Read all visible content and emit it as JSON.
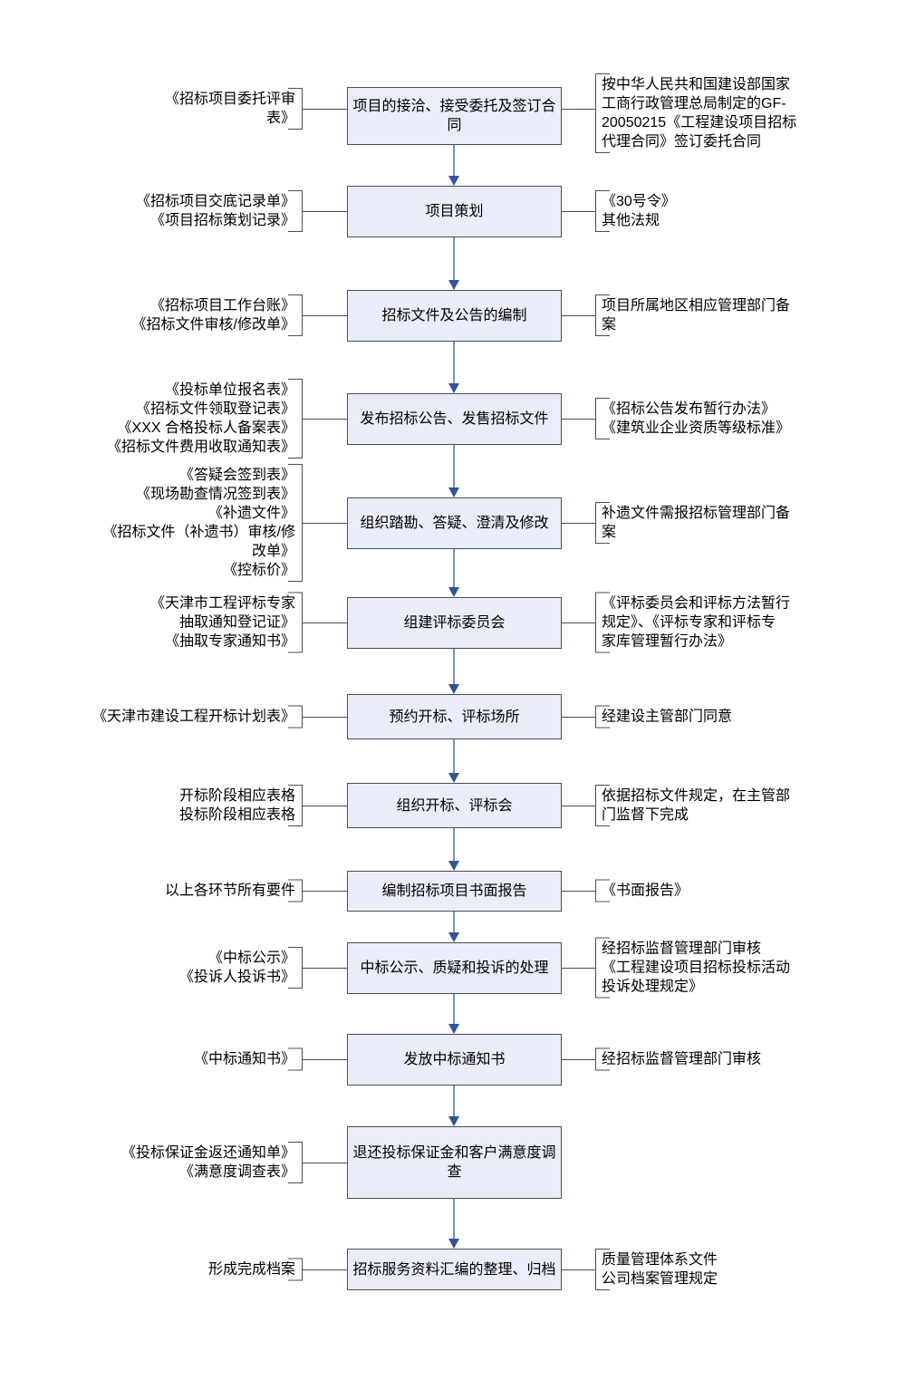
{
  "diagram": {
    "type": "flowchart",
    "direction": "top-down",
    "colors": {
      "box_fill": "#e8edf7",
      "box_border": "#4d4d4d",
      "connector_line": "#4d4d4d",
      "arrow_shaft": "#7494c8",
      "arrow_head": "#2f5597",
      "text": "#000000"
    },
    "steps": [
      {
        "box": "项目的接洽、接受委托及签订合\n同",
        "left": "《招标项目委托评审\n表》",
        "right": "按中华人民共和国建设部国家\n工商行政管理总局制定的GF-\n20050215《工程建设项目招标\n代理合同》签订委托合同"
      },
      {
        "box": "项目策划",
        "left": "《招标项目交底记录单》\n《项目招标策划记录》",
        "right": "《30号令》\n其他法规"
      },
      {
        "box": "招标文件及公告的编制",
        "left": "《招标项目工作台账》\n《招标文件审核/修改单》",
        "right": "项目所属地区相应管理部门备\n案"
      },
      {
        "box": "发布招标公告、发售招标文件",
        "left": "《投标单位报名表》\n《招标文件领取登记表》\n《XXX 合格投标人备案表》\n《招标文件费用收取通知表》",
        "right": "《招标公告发布暂行办法》\n《建筑业企业资质等级标准》"
      },
      {
        "box": "组织踏勘、答疑、澄清及修改",
        "left": "《答疑会签到表》\n《现场勘查情况签到表》\n《补遗文件》\n《招标文件（补遗书）审核/修\n改单》\n《控标价》",
        "right": "补遗文件需报招标管理部门备\n案"
      },
      {
        "box": "组建评标委员会",
        "left": "《天津市工程评标专家\n抽取通知登记证》\n《抽取专家通知书》",
        "right": "《评标委员会和评标方法暂行\n规定》、《评标专家和评标专\n家库管理暂行办法》"
      },
      {
        "box": "预约开标、评标场所",
        "left": "《天津市建设工程开标计划表》",
        "right": "经建设主管部门同意"
      },
      {
        "box": "组织开标、评标会",
        "left": "开标阶段相应表格\n投标阶段相应表格",
        "right": "依据招标文件规定，在主管部\n门监督下完成"
      },
      {
        "box": "编制招标项目书面报告",
        "left": "以上各环节所有要件",
        "right": "《书面报告》"
      },
      {
        "box": "中标公示、质疑和投诉的处理",
        "left": "《中标公示》\n《投诉人投诉书》",
        "right": "经招标监督管理部门审核\n《工程建设项目招标投标活动\n投诉处理规定》"
      },
      {
        "box": "发放中标通知书",
        "left": "《中标通知书》",
        "right": "经招标监督管理部门审核"
      },
      {
        "box": "退还投标保证金和客户满意度调\n查",
        "left": "《投标保证金返还通知单》\n《满意度调查表》",
        "right": ""
      },
      {
        "box": "招标服务资料汇编的整理、归档",
        "left": "形成完成档案",
        "right": "质量管理体系文件\n公司档案管理规定"
      }
    ]
  }
}
